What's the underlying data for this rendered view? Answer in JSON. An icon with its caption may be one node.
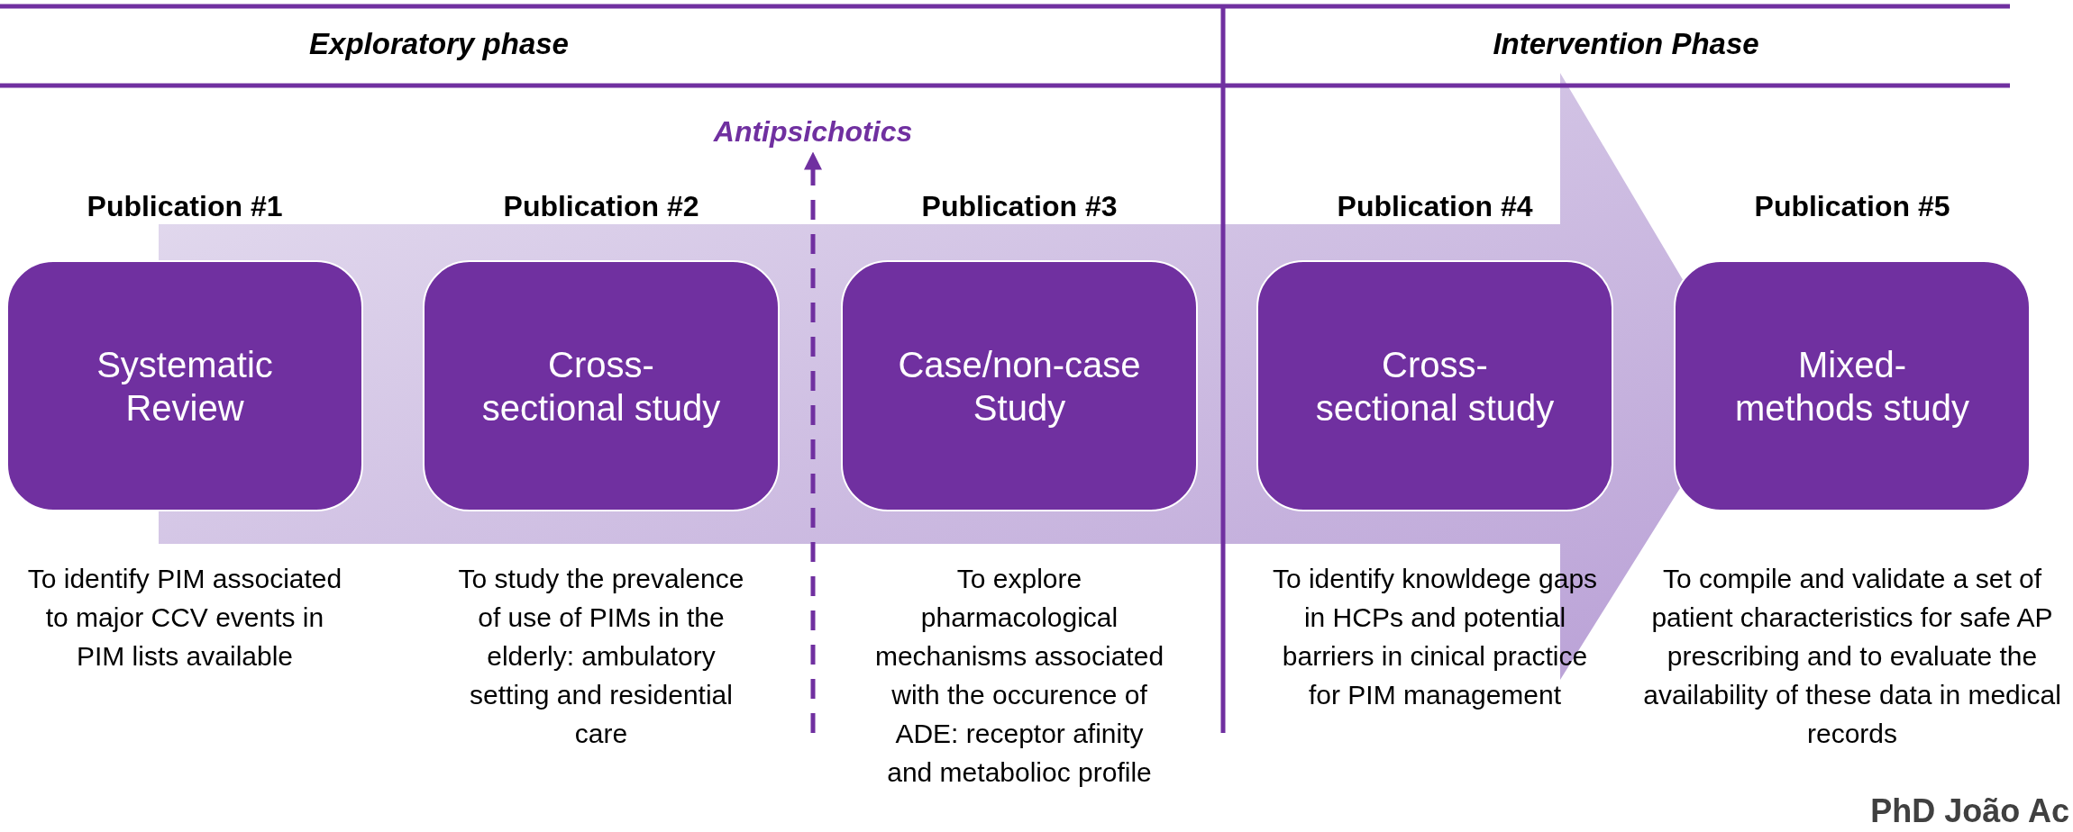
{
  "diagram": {
    "nodes": [
      {
        "text": [
          "Publication #1",
          "Systematic Review"
        ],
        "beside": [
          "To identify PIM associated to major CCV events in PIM lists available"
        ]
      },
      {
        "text": [
          "Publication #2",
          "Cross-sectional study"
        ],
        "beside": [
          "To study the prevalence of use of PIMs in the elderly: ambulatory setting and residential care"
        ]
      },
      {
        "text": [
          "Publication #3",
          "Case/non-case Study"
        ],
        "beside": [
          "To explore pharmacological mechanisms associated with the occurence of ADE: receptor afinity and metabolioc profile"
        ]
      },
      {
        "text": [
          "Publication #4",
          "Cross-sectional study"
        ],
        "beside": [
          "To identify knowldege gaps in HCPs and potential barriers in cinical practice for PIM management"
        ]
      },
      {
        "text": [
          "Publication #5",
          "Mixed-methods study"
        ],
        "beside": [
          "To compile and validate a set of patient characteristics for safe AP prescribing and to evaluate the availability of these data in medical records"
        ]
      },
      {
        "text": [
          "Antipsichotics"
        ]
      }
    ],
    "edges": [
      {
        "from": null,
        "to": 5,
        "arrow": "to",
        "style": "dashed"
      }
    ],
    "labels": [
      "Exploratory phase",
      "Intervention Phase",
      "PhD João Ac"
    ]
  }
}
